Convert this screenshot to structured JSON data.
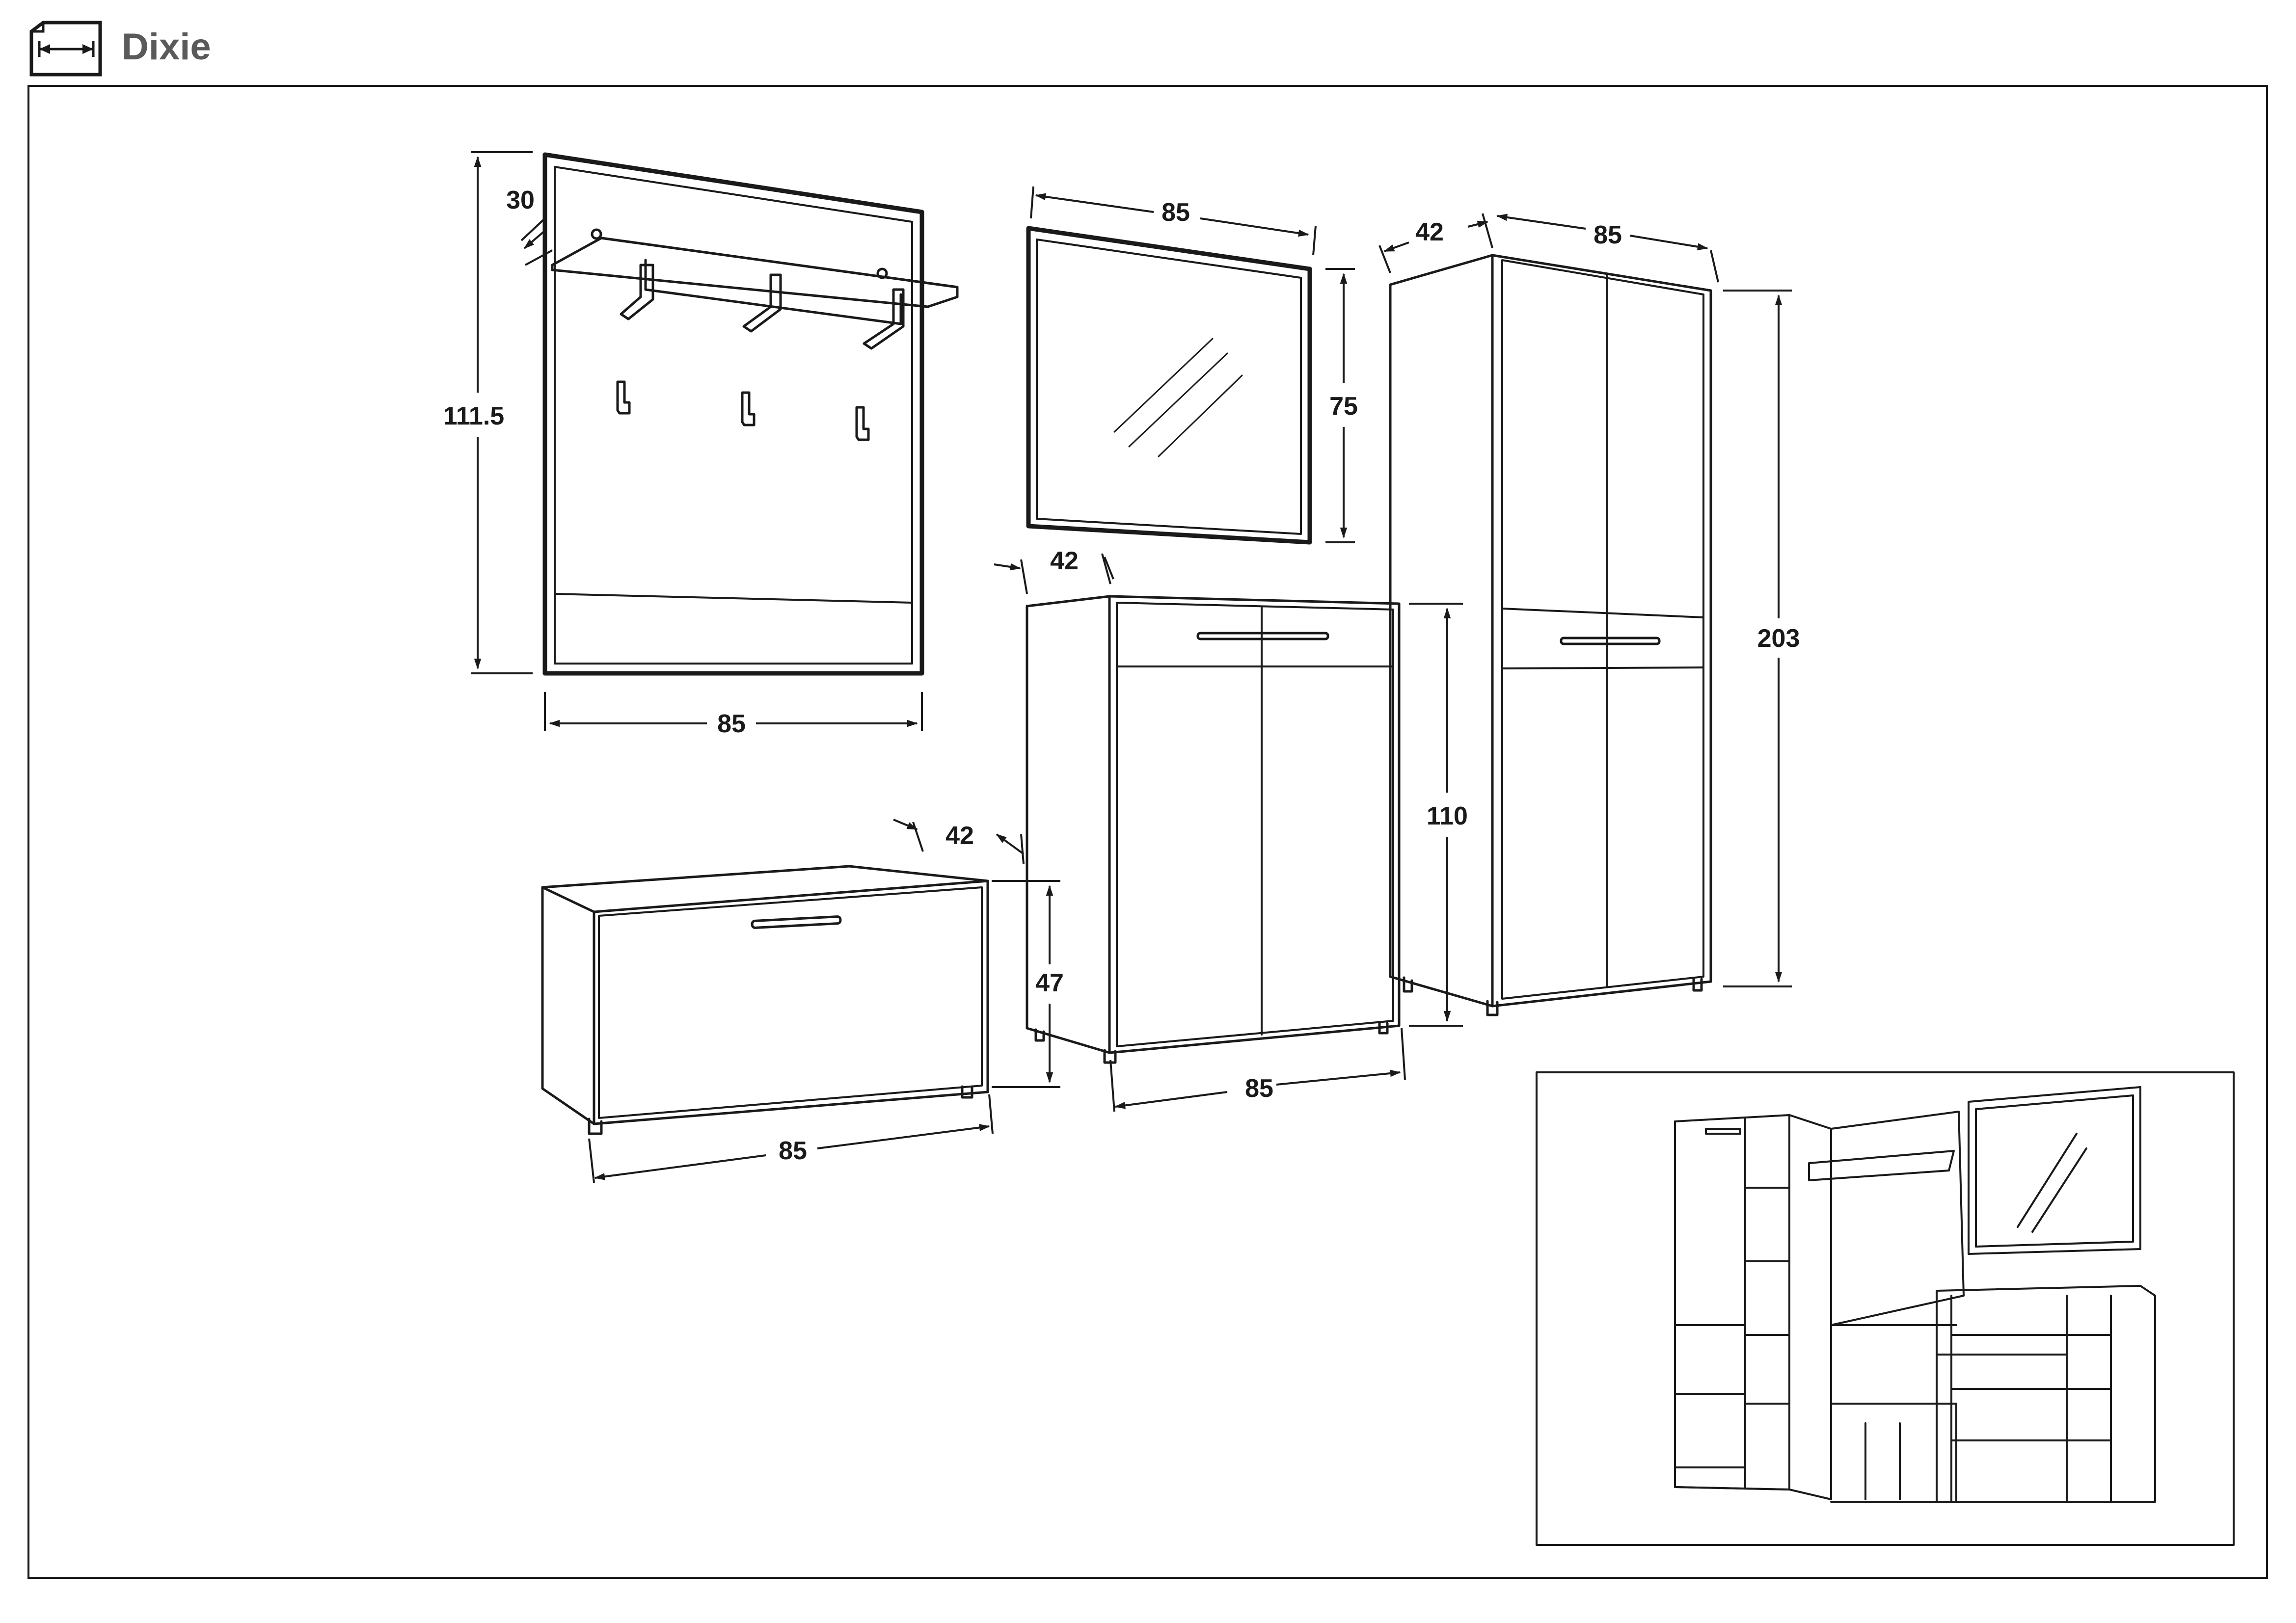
{
  "header": {
    "title": "Dixie",
    "icon": "width-dimension-icon"
  },
  "dimensions": {
    "coat_panel": {
      "depth": "30",
      "height": "111.5",
      "width": "85"
    },
    "mirror": {
      "width": "85",
      "height": "75"
    },
    "wardrobe": {
      "depth": "42",
      "width": "85",
      "height": "203"
    },
    "shoe_cabinet": {
      "depth": "42",
      "height": "110",
      "width": "85"
    },
    "bench": {
      "depth": "42",
      "height": "47",
      "width": "85"
    }
  },
  "colors": {
    "line": "#1a1a1a",
    "title": "#5a5a5a"
  }
}
